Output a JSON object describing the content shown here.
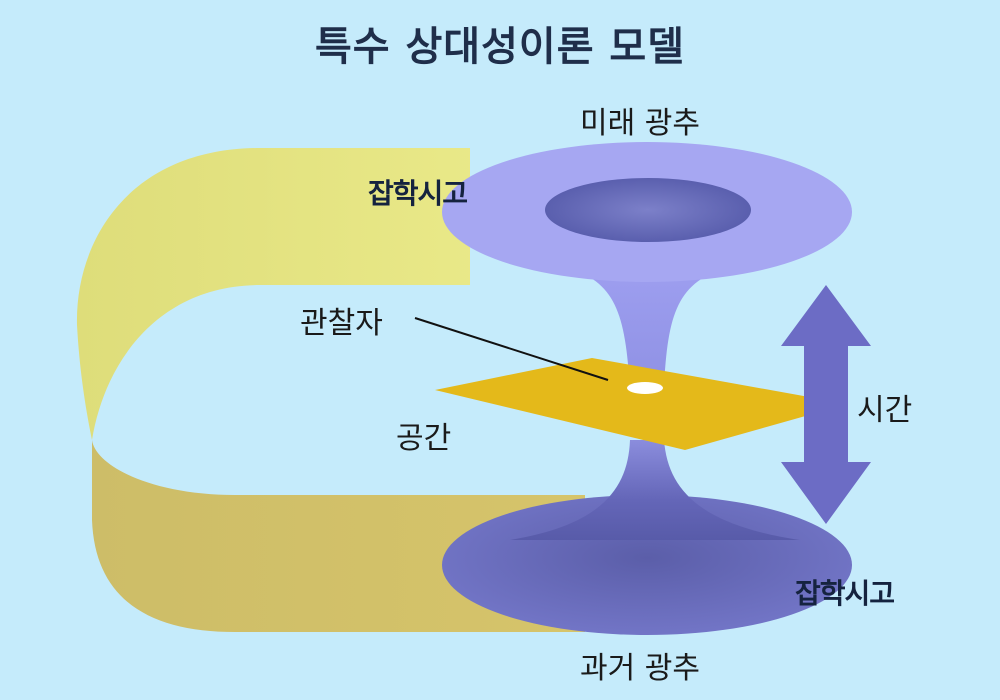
{
  "title": "특수 상대성이론 모델",
  "labels": {
    "future_cone": "미래 광추",
    "past_cone": "과거 광추",
    "observer": "관찰자",
    "space": "공간",
    "time": "시간"
  },
  "watermark": "잡학시고",
  "colors": {
    "background": "#c5ebfb",
    "band_top": "#e2e07a",
    "band_bottom": "#d3c069",
    "cone_future": "#a6a6f1",
    "cone_past": "#6565b8",
    "space_plane": "#e4b91a",
    "arrow": "#6b6bc4"
  }
}
